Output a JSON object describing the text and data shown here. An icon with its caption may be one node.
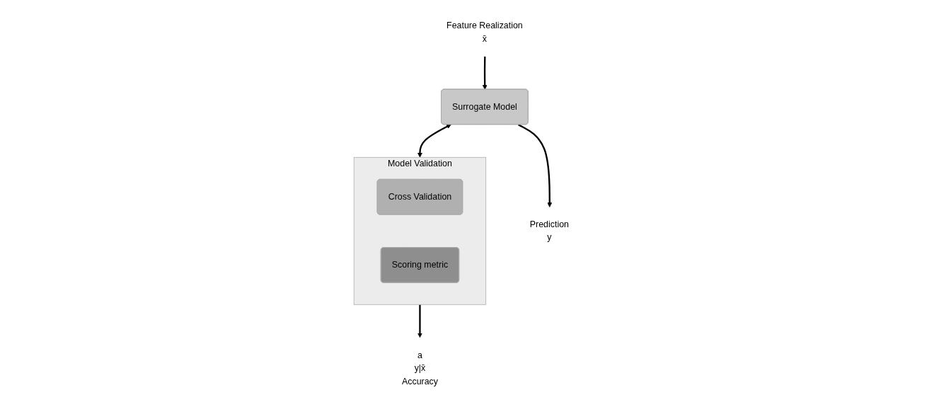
{
  "diagram": {
    "nodes": [
      {
        "text": [
          "Feature Realization",
          "x̄"
        ]
      },
      {
        "text": [
          "Surrogate Model"
        ]
      },
      {
        "text": [
          "Model Validation"
        ]
      },
      {
        "text": [
          "Cross Validation"
        ],
        "in": 2
      },
      {
        "text": [
          "Scoring metric"
        ],
        "in": 2
      },
      {
        "text": [
          "Prediction",
          "y"
        ]
      },
      {
        "text": [
          "a",
          "y|x̄",
          "Accuracy"
        ]
      }
    ],
    "edges": [
      {
        "from": 0,
        "to": 1,
        "arrow": "to"
      },
      {
        "from": 1,
        "to": 2,
        "arrow": "both"
      },
      {
        "from": 1,
        "to": 5,
        "arrow": "to"
      },
      {
        "from": 2,
        "to": 6,
        "arrow": "to"
      }
    ]
  }
}
